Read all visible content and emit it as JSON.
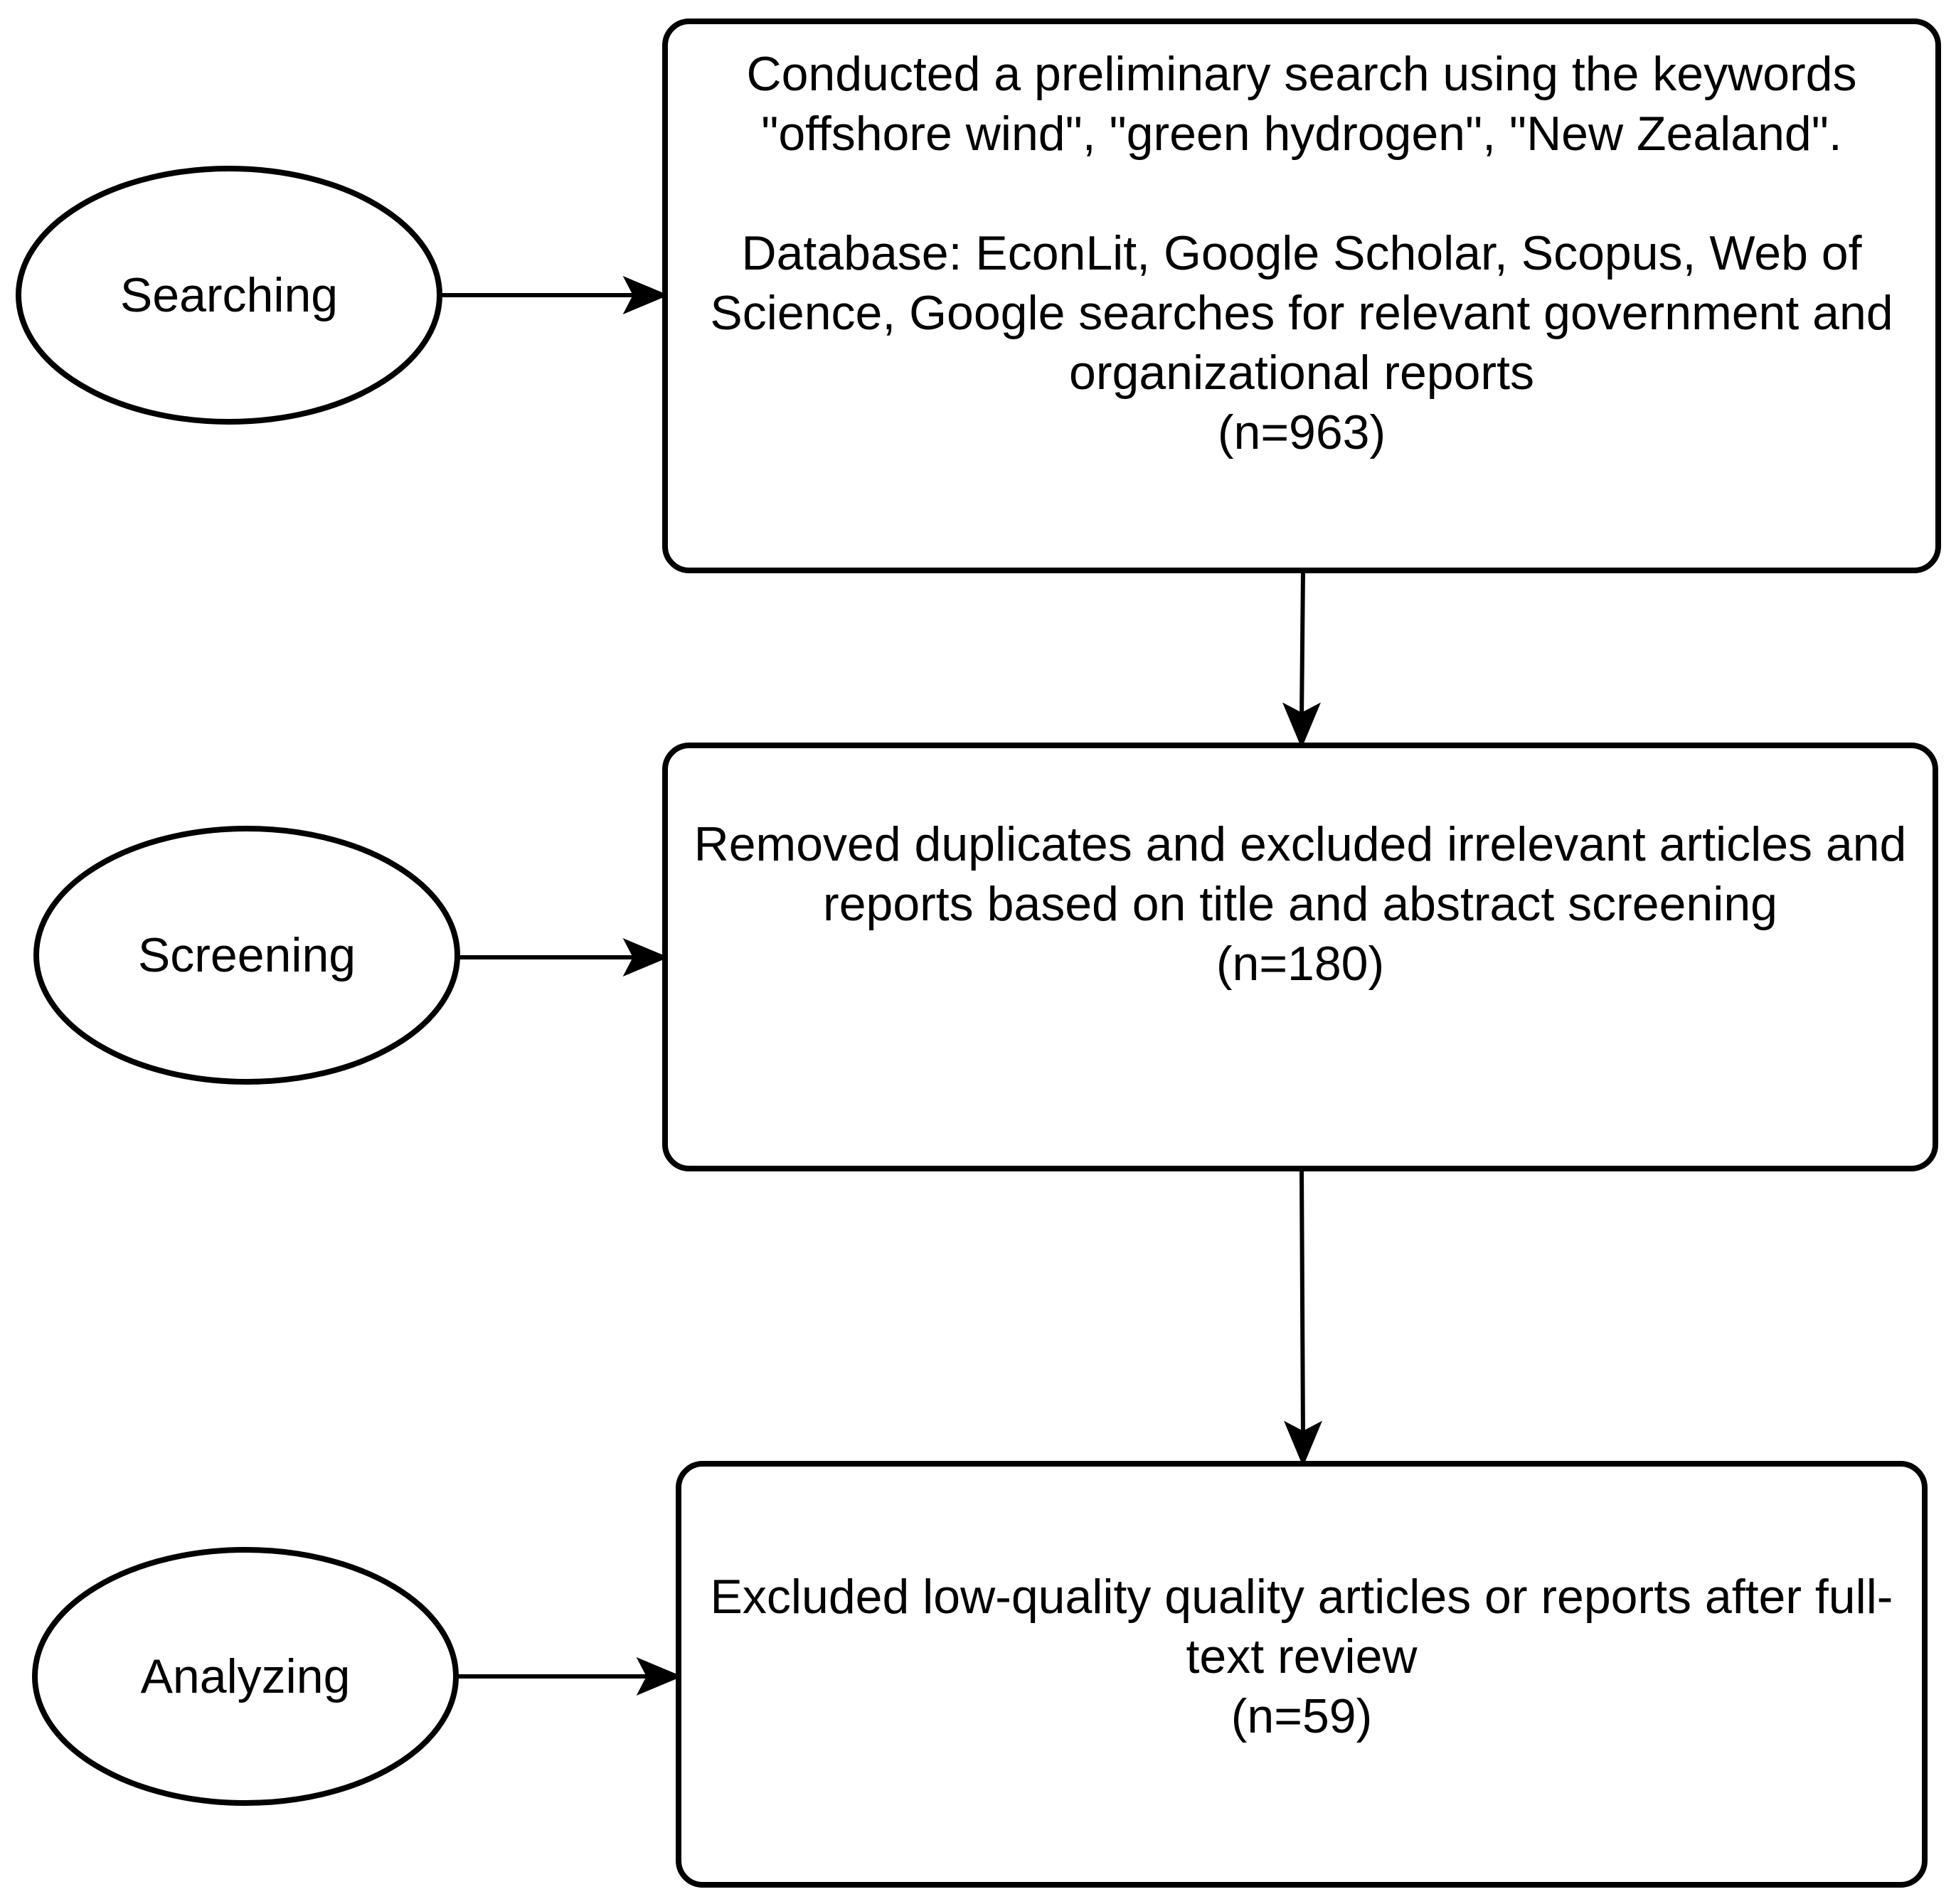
{
  "stages": [
    {
      "label": "Searching",
      "box_lines": [
        "Conducted a preliminary search using the keywords",
        "\"offshore wind\", \"green hydrogen\", \"New Zealand\".",
        "",
        "Database: EconLit, Google Scholar, Scopus, Web of",
        "Science, Google searches for relevant government and",
        "organizational reports",
        "(n=963)"
      ]
    },
    {
      "label": "Screening",
      "box_lines": [
        "Removed duplicates and excluded irrelevant articles and",
        "reports based on title and abstract screening",
        "(n=180)"
      ]
    },
    {
      "label": "Analyzing",
      "box_lines": [
        "Excluded low-quality quality articles or reports after full-",
        "text review",
        "(n=59)"
      ]
    }
  ],
  "colors": {
    "stroke": "#000000",
    "background": "#ffffff"
  }
}
